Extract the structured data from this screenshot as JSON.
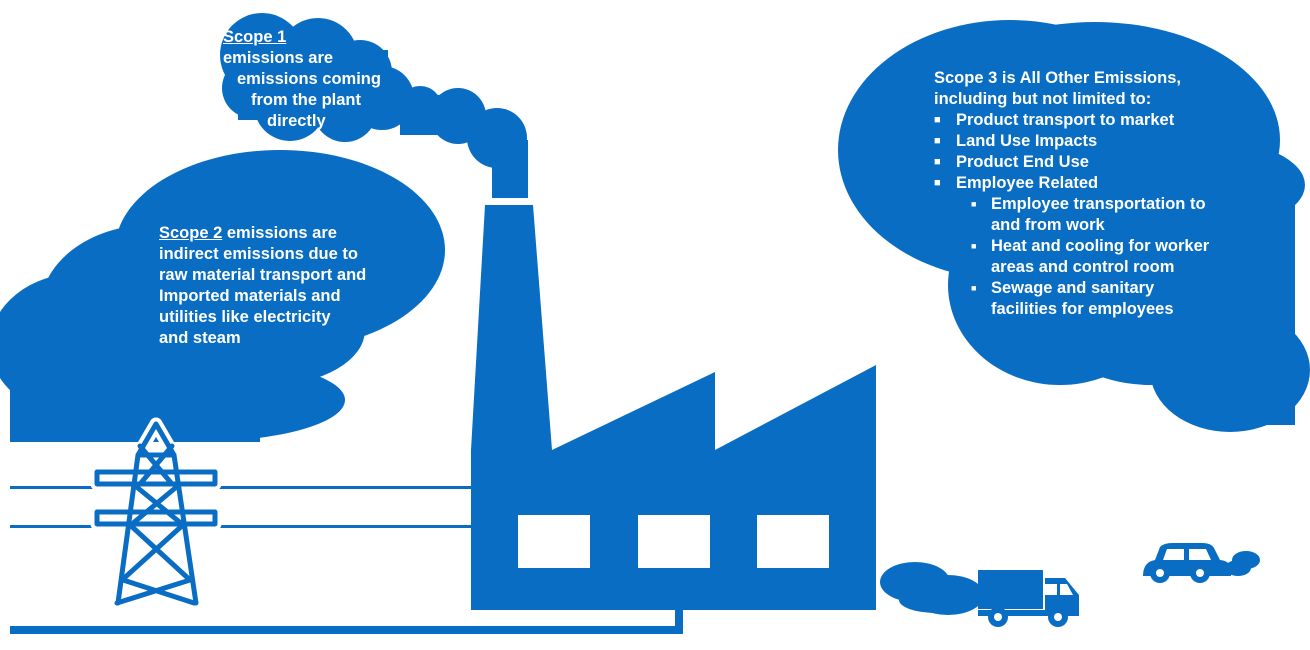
{
  "colors": {
    "primary": "#0a6dc4",
    "background": "#ffffff",
    "text_on_primary": "#ffffff"
  },
  "scope1": {
    "heading": "Scope 1",
    "lines": [
      "emissions are",
      "emissions coming",
      "from the plant",
      "directly"
    ]
  },
  "scope2": {
    "heading": "Scope 2",
    "line1_rest": " emissions are",
    "lines": [
      "indirect emissions due to",
      "raw material transport and",
      "Imported materials and",
      "utilities like electricity",
      "and steam"
    ]
  },
  "scope3": {
    "intro": [
      "Scope 3 is All Other Emissions,",
      "including but not limited to:"
    ],
    "items": [
      "Product transport to market",
      "Land Use Impacts",
      "Product End Use",
      "Employee Related"
    ],
    "subitems": [
      "Employee transportation to",
      "and from work",
      "Heat and cooling for worker",
      "areas and control room",
      "Sewage and sanitary",
      "facilities for employees"
    ]
  },
  "icons": [
    "factory-icon",
    "transmission-tower-icon",
    "delivery-truck-icon",
    "car-icon",
    "cloud-icon",
    "bullet-square-icon"
  ]
}
